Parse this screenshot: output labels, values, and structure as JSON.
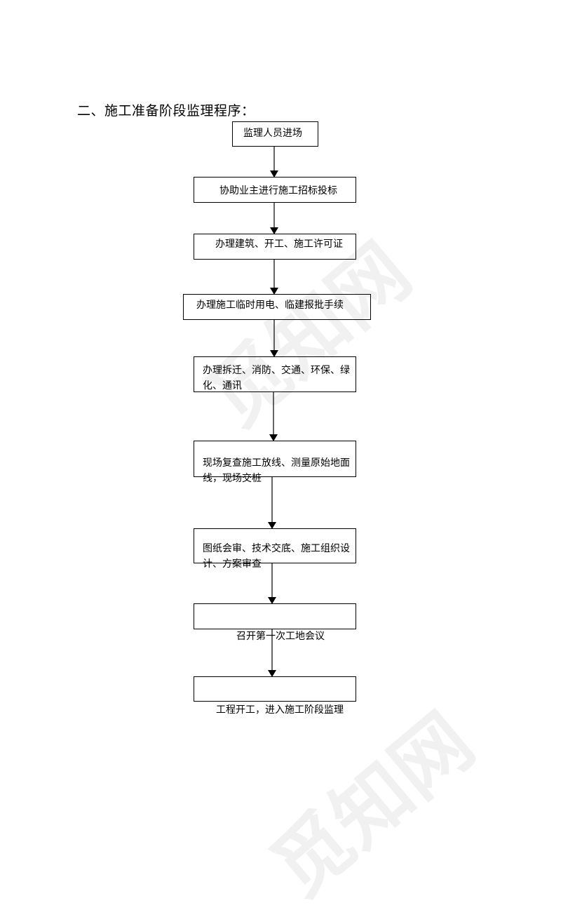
{
  "heading": "二、施工准备阶段监理程序：",
  "steps": [
    "监理人员进场",
    "协助业主进行施工招标投标",
    "办理建筑、开工、施工许可证",
    "办理施工临时用电、临建报批手续",
    "办理拆迁、消防、交通、环保、绿化、通讯",
    "现场复查施工放线、测量原始地面线，现场交桩",
    "图纸会审、技术交底、施工组织设计、方案审查",
    "召开第一次工地会议",
    "工程开工，进入施工阶段监理"
  ],
  "watermark": "觅知网"
}
